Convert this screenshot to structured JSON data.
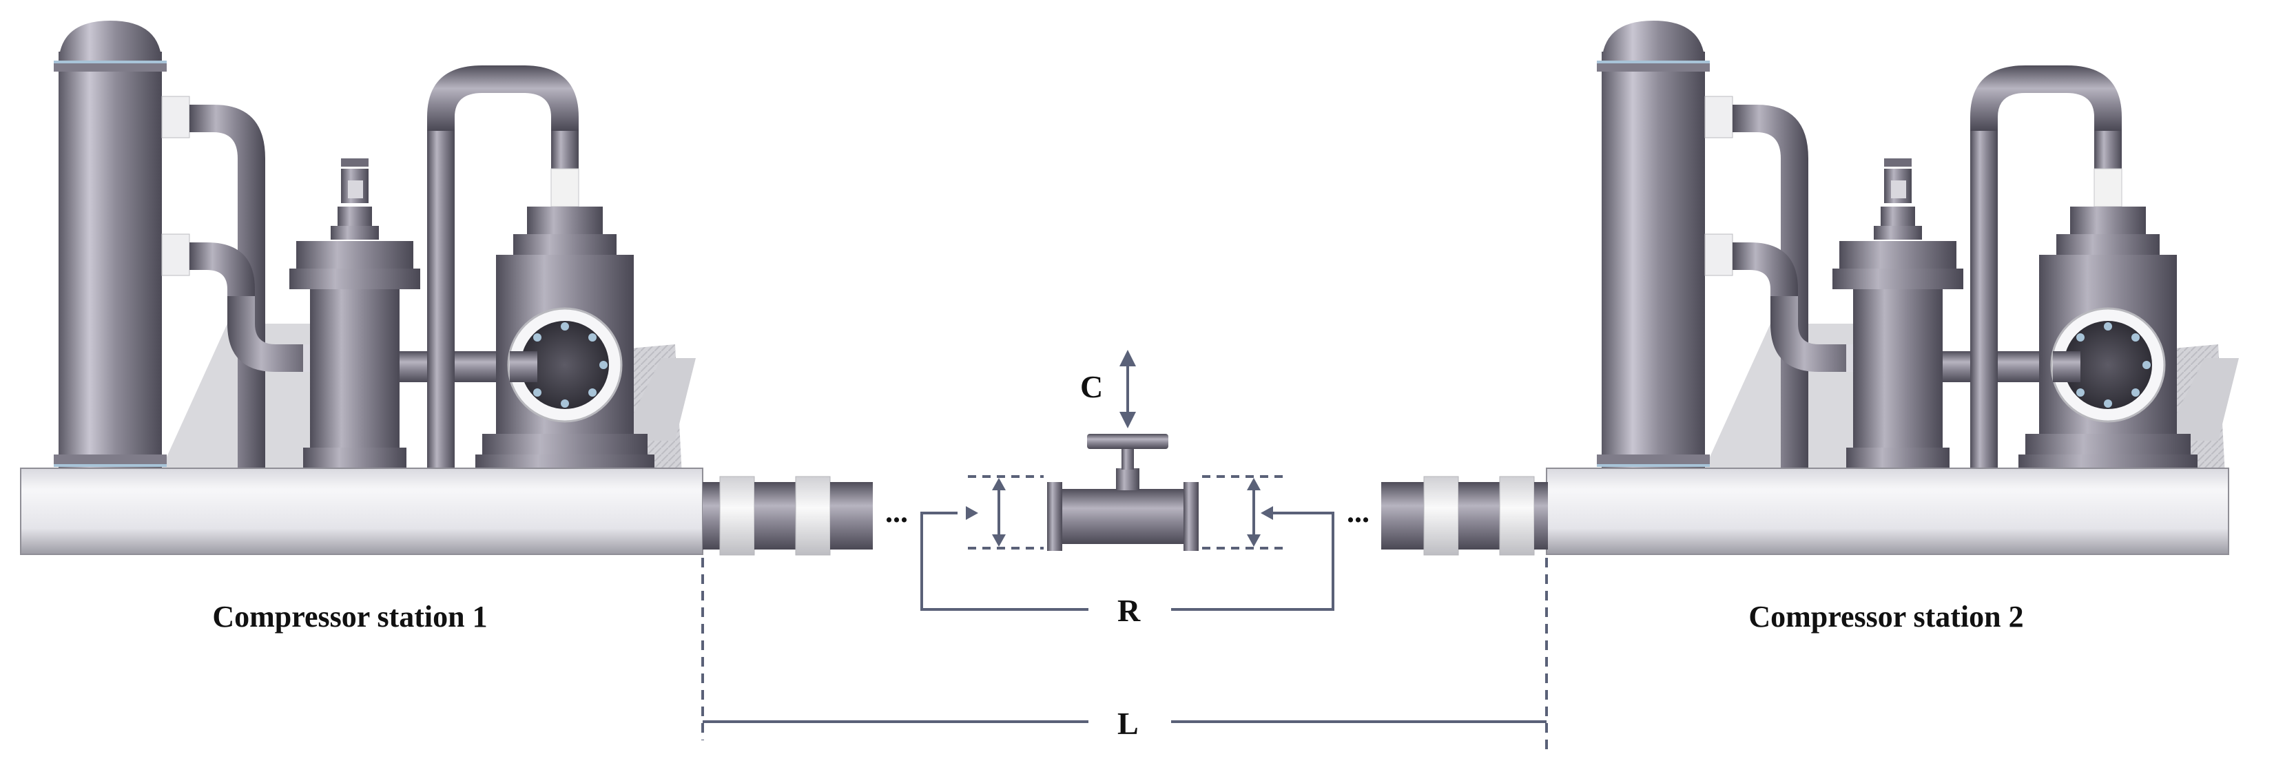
{
  "labels": {
    "station_left": "Compressor station 1",
    "station_right": "Compressor station 2",
    "valve_stroke": "C",
    "pipe_radius": "R",
    "pipe_length": "L",
    "ellipsis": "..."
  },
  "colors": {
    "metal_dark": "#55535f",
    "metal_mid": "#8d8a97",
    "metal_light": "#dcdbe2",
    "pipe_light": "#eeeef2",
    "white_band": "#f2f2f2",
    "shadow": "#cfcfd4",
    "dimension_line": "#5a6178",
    "flange_accent": "#a8c4d8"
  }
}
